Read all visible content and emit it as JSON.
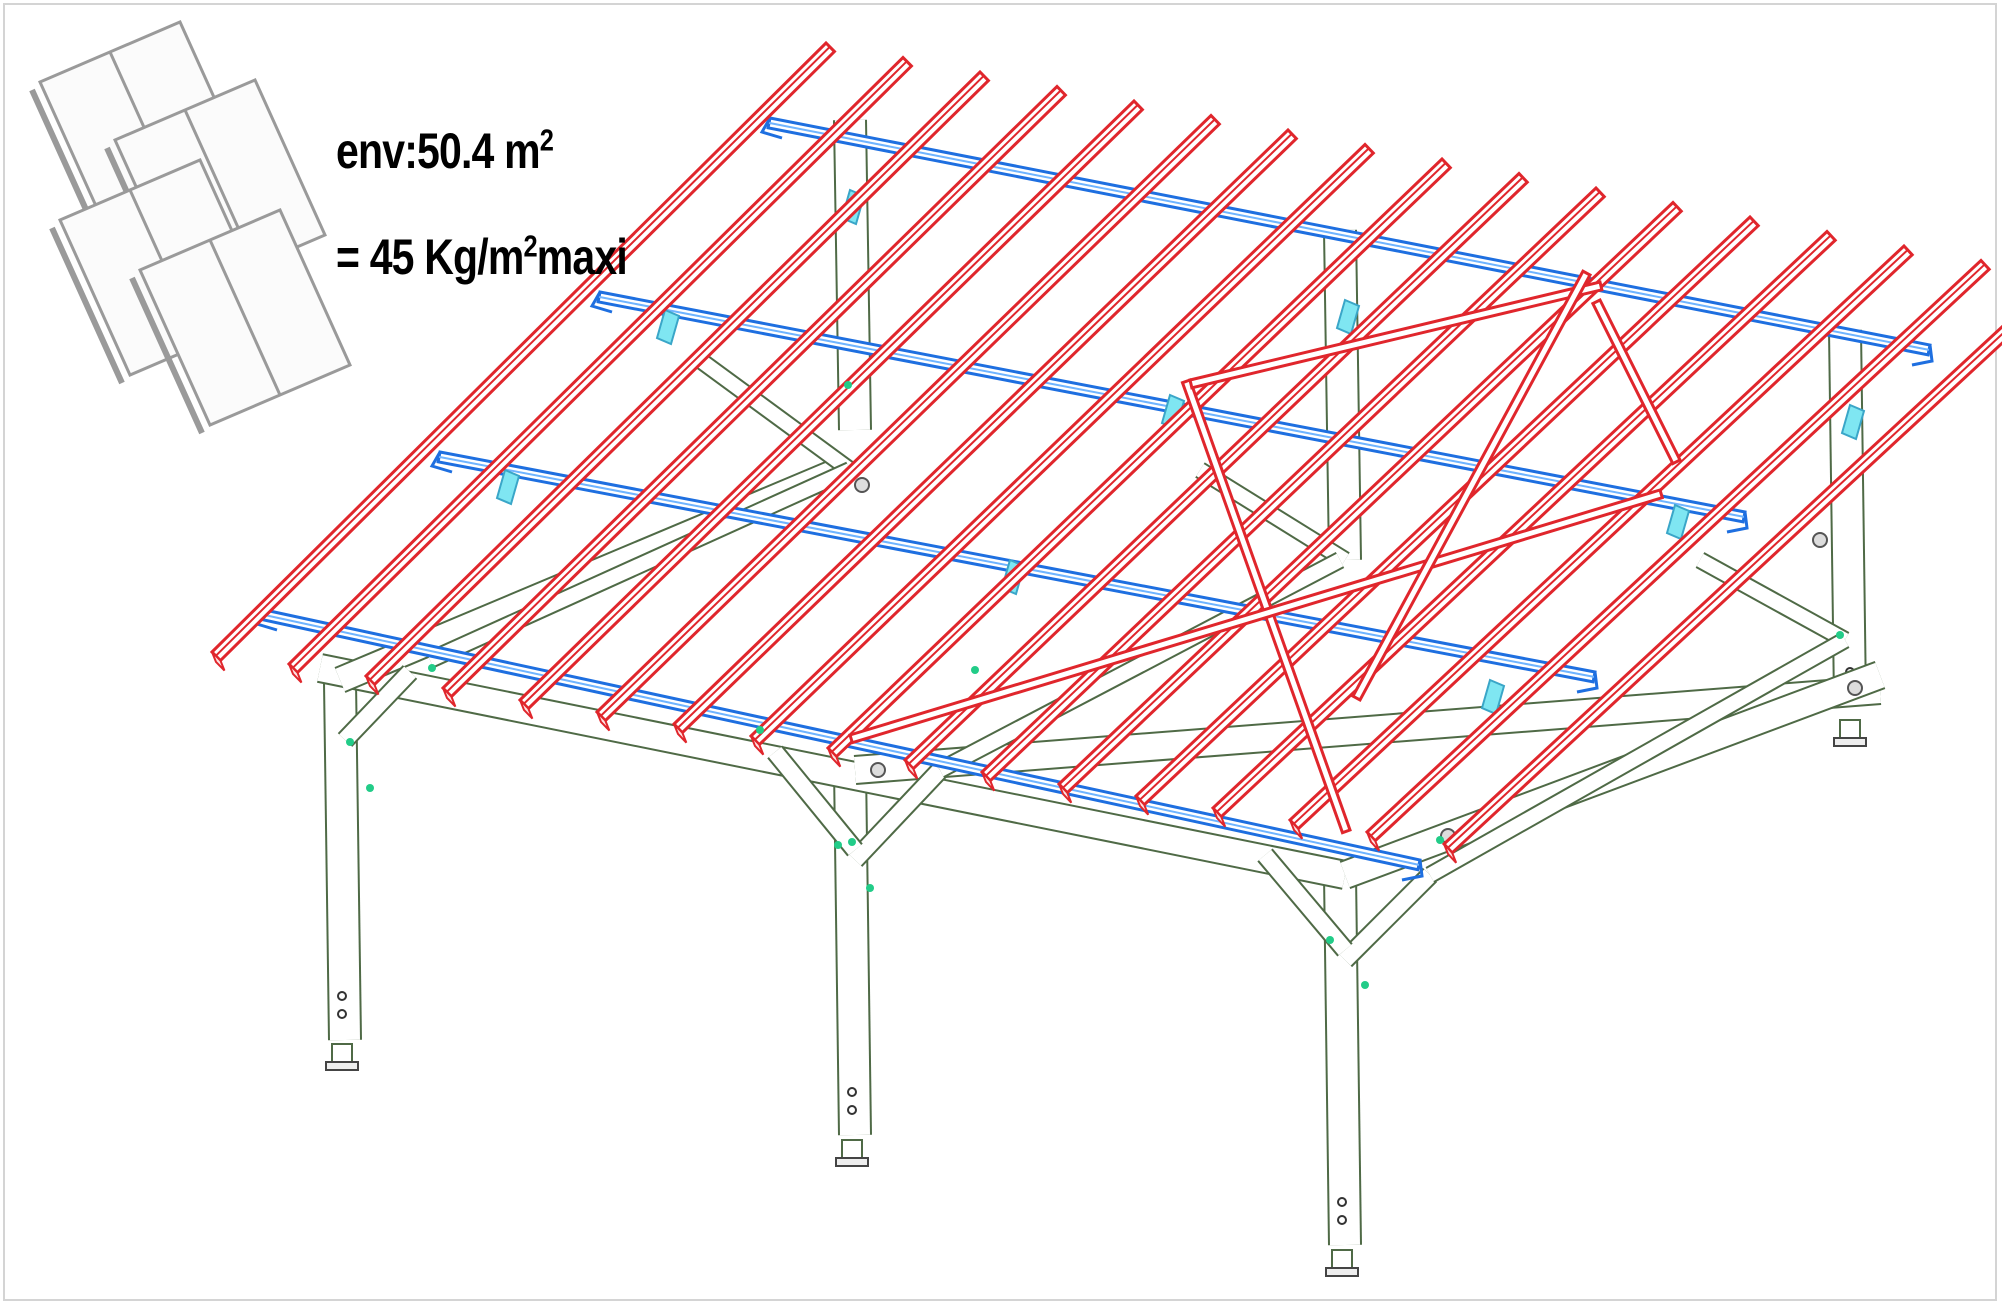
{
  "annotations": {
    "area_prefix": "env:50.4 m",
    "area_exponent": "2",
    "load_prefix": "= 45 Kg/m",
    "load_exponent": "2",
    "load_suffix": "maxi"
  },
  "icons": {
    "roof_material": "roof-tile-icon",
    "structure": "carport-frame-diagram"
  },
  "colors": {
    "rafter": "#e0262c",
    "purlin": "#1e6fe0",
    "purlin_light": "#6fb4ff",
    "frame": "#4f6a46",
    "bracket": "#7fe6f2",
    "fastener": "#22cc88",
    "tile": "#9a9a9a"
  }
}
